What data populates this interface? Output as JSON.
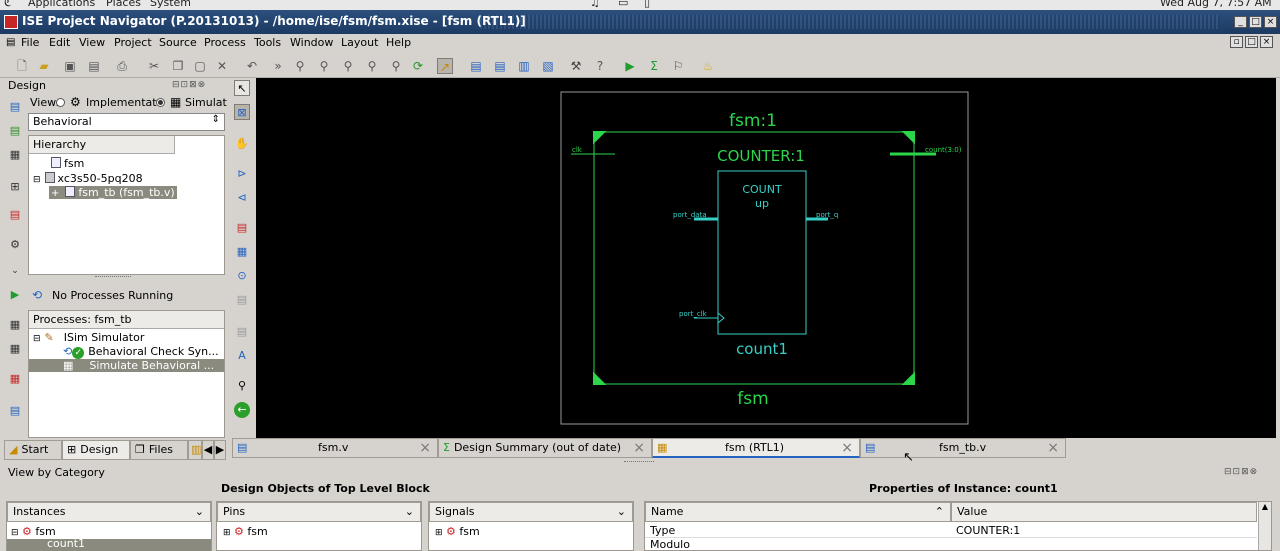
{
  "gnome": {
    "applications": "Applications",
    "places": "Places",
    "system": "System",
    "clock": "Wed Aug  7,  7:57 AM"
  },
  "window": {
    "title": "ISE Project Navigator (P.20131013) - /home/ise/fsm/fsm.xise - [fsm (RTL1)]"
  },
  "menu": [
    "File",
    "Edit",
    "View",
    "Project",
    "Source",
    "Process",
    "Tools",
    "Window",
    "Layout",
    "Help"
  ],
  "design": {
    "panel_title": "Design",
    "view_label": "View:",
    "radio_impl": "Implementat",
    "radio_sim": "Simulat",
    "view_select": "Behavioral",
    "hierarchy_header": "Hierarchy",
    "tree": [
      "fsm",
      "xc3s50-5pq208",
      "fsm_tb (fsm_tb.v)"
    ],
    "no_processes": "No Processes Running",
    "processes_header": "Processes: fsm_tb",
    "processes": [
      "ISim Simulator",
      "Behavioral Check Syn...",
      "Simulate Behavioral ..."
    ]
  },
  "schematic": {
    "outer_title": "fsm:1",
    "outer_bottom": "fsm",
    "instance_type": "COUNTER:1",
    "instance_name": "count1",
    "inner_line1": "COUNT",
    "inner_line2": "up",
    "pin_clk": "clk",
    "pin_count": "count(3:0)",
    "pin_port_data": "port_data",
    "pin_port_q": "port_q",
    "pin_port_clk": "port_clk"
  },
  "left_tabs": [
    "Start",
    "Design",
    "Files"
  ],
  "doc_tabs": [
    "fsm.v",
    "Design Summary (out of date)",
    "fsm (RTL1)",
    "fsm_tb.v"
  ],
  "bottom": {
    "view_by": "View by Category",
    "design_objects": "Design Objects of Top Level Block",
    "properties_title": "Properties of Instance: count1",
    "instances_header": "Instances",
    "pins_header": "Pins",
    "signals_header": "Signals",
    "instances": [
      "fsm",
      "count1"
    ],
    "pins": [
      "fsm"
    ],
    "signals": [
      "fsm"
    ],
    "props_name_header": "Name",
    "props_value_header": "Value",
    "props": [
      {
        "name": "Type",
        "value": "COUNTER:1"
      },
      {
        "name": "Modulo",
        "value": ""
      }
    ]
  },
  "colors": {
    "schematic_line": "#2bd64b",
    "schematic_pin": "#37d0c8",
    "canvas_bg": "#000000",
    "title_bar": "#1c3a62"
  }
}
